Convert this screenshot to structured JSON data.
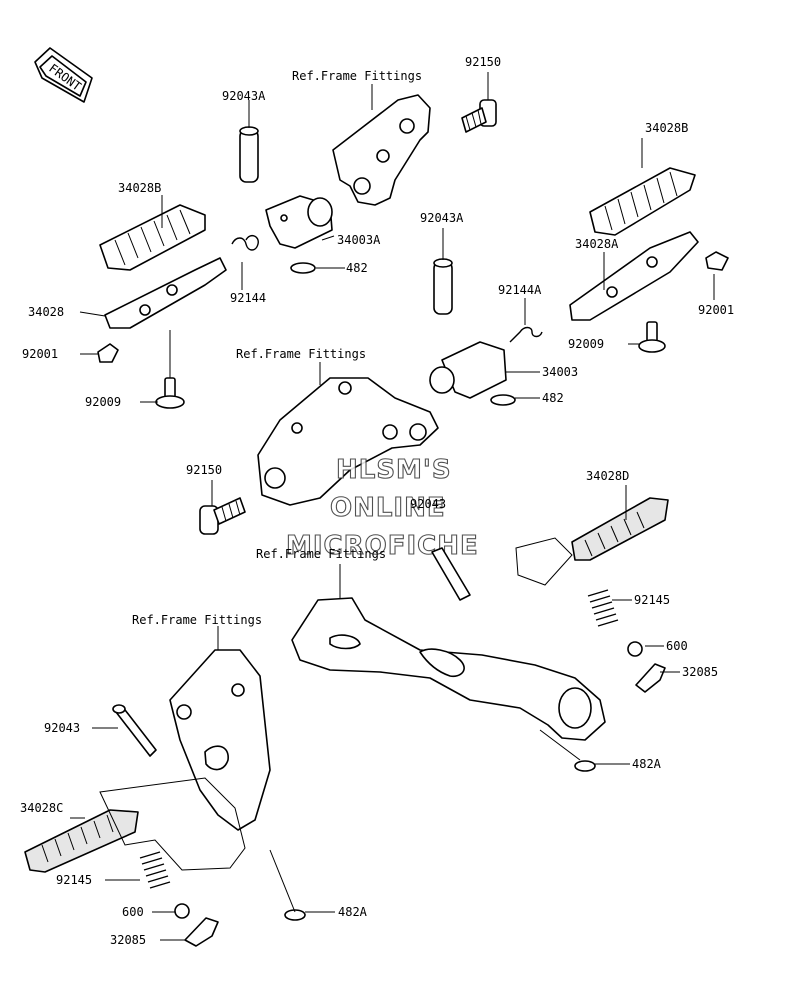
{
  "diagram": {
    "badge": "FRONT",
    "watermark": [
      "HLSM'S",
      "ONLINE",
      "MICROFICHE"
    ],
    "labels": {
      "ref_top": "Ref.Frame Fittings",
      "ref_mid": "Ref.Frame Fittings",
      "ref_low1": "Ref.Frame Fittings",
      "ref_low2": "Ref.Frame Fittings",
      "p92150a": "92150",
      "p92043Aa": "92043A",
      "p34028Ba": "34028B",
      "p34003A": "34003A",
      "p482a": "482",
      "p92144": "92144",
      "p34028": "34028",
      "p92001a": "92001",
      "p92009a": "92009",
      "p92043Ab": "92043A",
      "p34028Bb": "34028B",
      "p34028A": "34028A",
      "p92144A": "92144A",
      "p92001b": "92001",
      "p92009b": "92009",
      "p34003": "34003",
      "p482b": "482",
      "p92150b": "92150",
      "p92043a": "92043",
      "p34028D": "34028D",
      "p92145a": "92145",
      "p600a": "600",
      "p32085a": "32085",
      "p482Aa": "482A",
      "p92043b": "92043",
      "p34028C": "34028C",
      "p92145b": "92145",
      "p600b": "600",
      "p32085b": "32085",
      "p482Ab": "482A"
    }
  }
}
